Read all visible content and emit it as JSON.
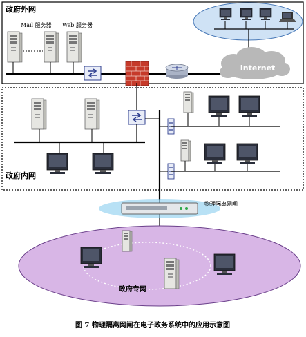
{
  "zones": {
    "outer_label": "政府外网",
    "inner_label": "政府内网",
    "private_label": "政府专网"
  },
  "servers": {
    "mail_label": "Mail 服务器",
    "web_label": "Web 服务器"
  },
  "internet_label": "Internet",
  "gateway_label": "物理隔离网闸",
  "caption": "图 7   物理隔离网闸在电子政务系统中的应用示意图",
  "colors": {
    "internet_cloud": "#b8b8b8",
    "top_ellipse": "#cfe2f5",
    "private_ellipse": "#d8b6e6",
    "firewall": "#c63a2a",
    "monitor": "#2a2e3a",
    "server": "#e6e6e2"
  }
}
